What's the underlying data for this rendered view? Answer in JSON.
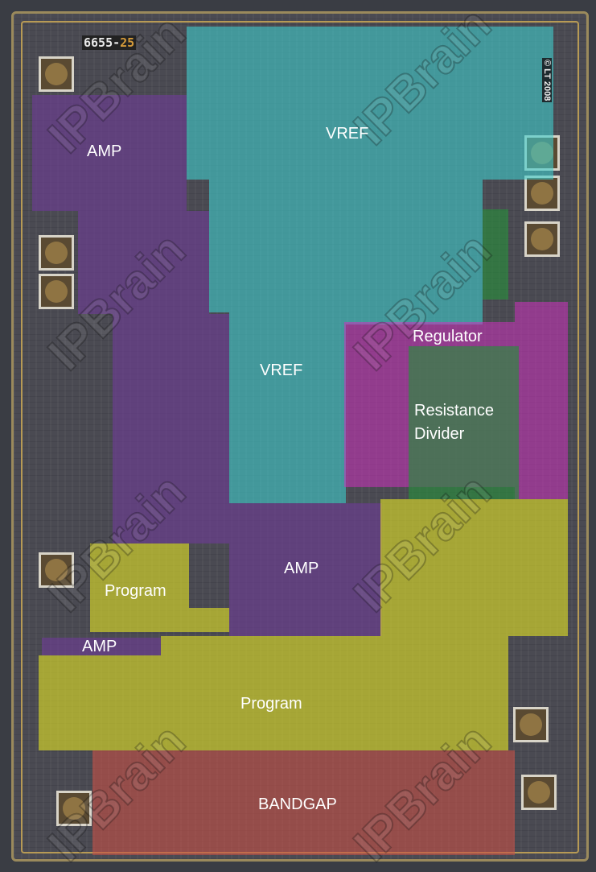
{
  "chip": {
    "marking_prefix": "6655-",
    "marking_suffix": "25",
    "copyright": "© LT 2008",
    "watermark": "IPBrain"
  },
  "regions": {
    "amp_top": "AMP",
    "vref_top": "VREF",
    "vref_mid": "VREF",
    "regulator": "Regulator",
    "resistance_divider_line1": "Resistance",
    "resistance_divider_line2": "Divider",
    "amp_mid": "AMP",
    "program_left": "Program",
    "amp_small": "AMP",
    "program_bottom": "Program",
    "bandgap": "BANDGAP"
  },
  "colors": {
    "vref": "#40cdcd",
    "amp": "#6e3c96",
    "regulator": "#cd32be",
    "divider": "#288c3c",
    "program": "#d7d728",
    "bandgap": "#c85046"
  }
}
